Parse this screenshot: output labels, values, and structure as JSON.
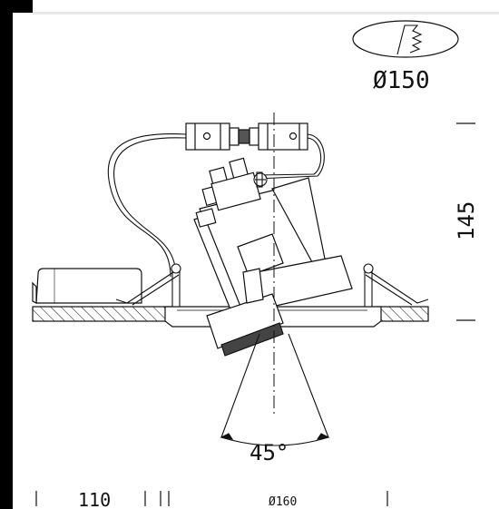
{
  "labels": {
    "cutout_diameter": "Ø150",
    "height": "145",
    "tilt_angle": "45°",
    "depth": "110",
    "outer_diameter": "Ø160"
  },
  "colors": {
    "line": "#111111",
    "frame": "#000000"
  }
}
